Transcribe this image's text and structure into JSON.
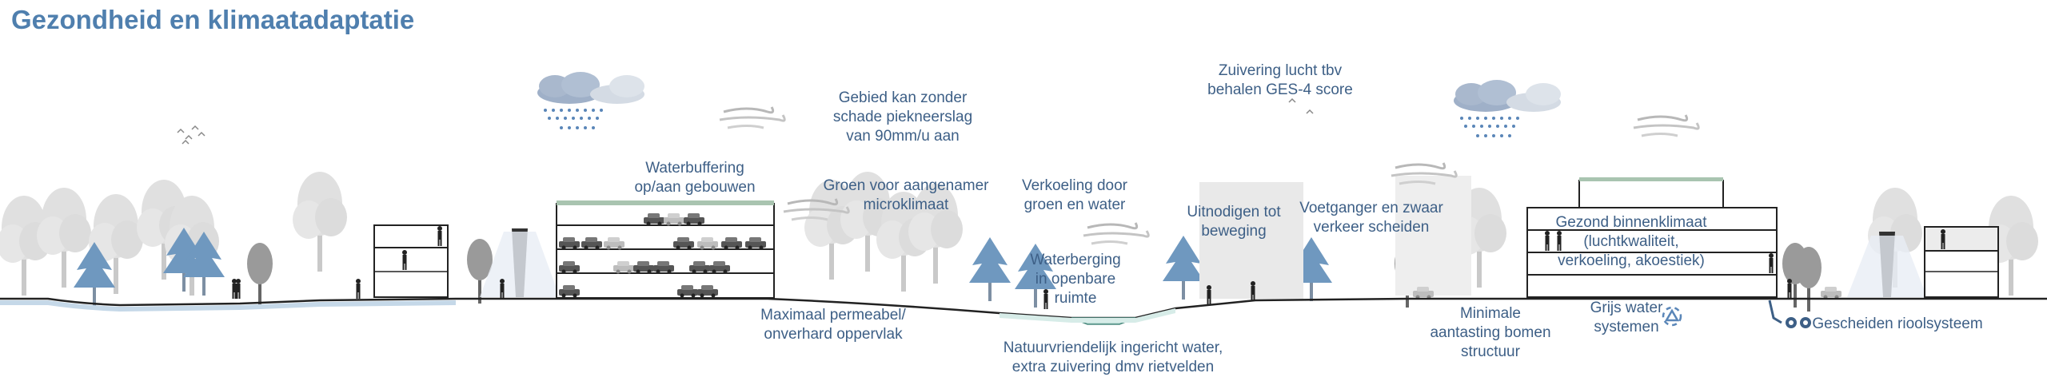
{
  "title": "Gezondheid en klimaatadaptatie",
  "colors": {
    "title": "#4f7fae",
    "label": "#3d5f86",
    "accent_blue": "#5a86b8",
    "tree_grey": "#d9d9d9",
    "water": "#d7ece8"
  },
  "labels": {
    "waterbuffering": "Waterbuffering\nop/aan gebouwen",
    "piekneerslag": "Gebied kan zonder\nschade piekneerslag\nvan 90mm/u aan",
    "microklimaat": "Groen voor aangenamer\nmicroklimaat",
    "zuivering_lucht": "Zuivering lucht tbv\nbehalen GES-4 score",
    "verkoeling": "Verkoeling door\ngroen en water",
    "uitnodigen": "Uitnodigen tot\nbeweging",
    "voetganger": "Voetganger en zwaar\nverkeer scheiden",
    "waterberging": "Waterberging\nin openbare\nruimte",
    "binnenklimaat": "Gezond binnenklimaat\n(luchtkwaliteit,\nverkoeling, akoestiek)",
    "permeabel": "Maximaal permeabel/\nonverhard oppervlak",
    "natuurvriendelijk": "Natuurvriendelijk ingericht water,\nextra zuivering dmv rietvelden",
    "minimale": "Minimale\naantasting bomen\nstructuur",
    "grijswater": "Grijs water\nsystemen",
    "riool": "Gescheiden rioolsysteem"
  },
  "icons": [
    "rain-cloud-icon",
    "wind-icon",
    "birds-icon",
    "recycle-icon",
    "sewer-pipe-icon",
    "car-icon",
    "person-icon",
    "tree-icon",
    "street-lamp-icon"
  ]
}
